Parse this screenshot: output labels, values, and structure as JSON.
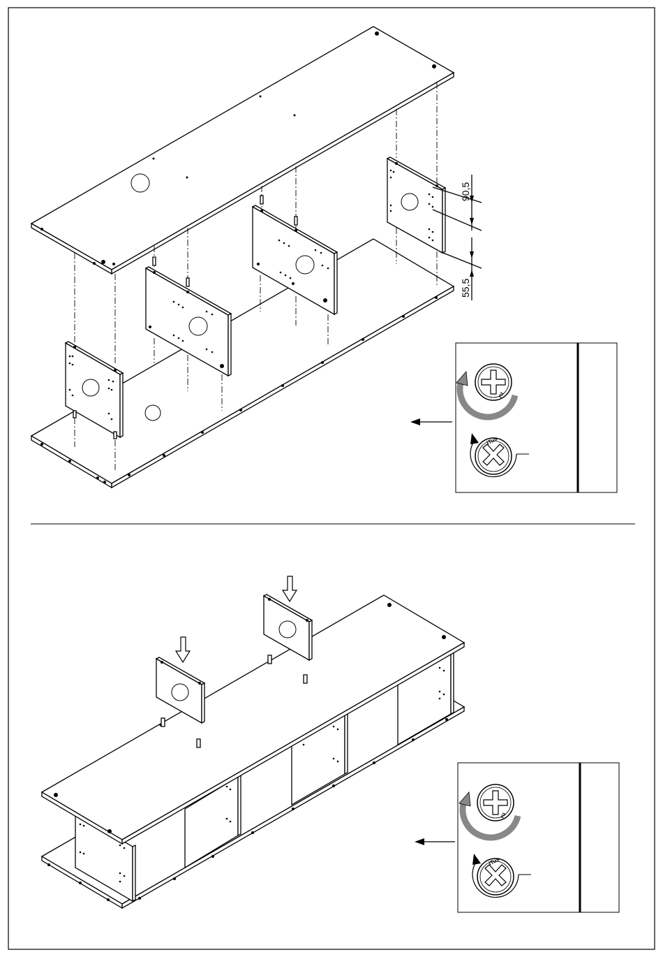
{
  "step1": {
    "dimensions": {
      "upper": "90,5",
      "lower": "55,5"
    },
    "stamp_top": "ru",
    "stamp_bottom": "iTus"
  },
  "step2": {
    "stamp_top": "ru",
    "stamp_bottom": "iTus"
  },
  "icons": [
    "screwdriver-rotate-icon",
    "cam-lock-unlocked-icon",
    "cam-lock-locked-icon",
    "arrow-left-icon",
    "press-down-arrow-icon"
  ]
}
